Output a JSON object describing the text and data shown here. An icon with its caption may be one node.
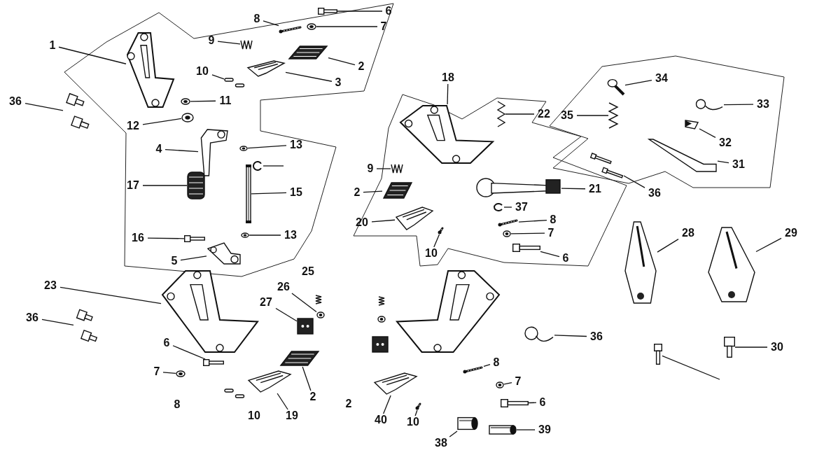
{
  "diagram": {
    "nodes": [
      {
        "text": [
          "1"
        ]
      },
      {
        "text": [],
        "shape": "picture"
      },
      {
        "text": [
          "8"
        ]
      },
      {
        "text": [],
        "shape": "picture"
      },
      {
        "text": [
          "6"
        ]
      },
      {
        "text": [],
        "shape": "picture"
      },
      {
        "text": [
          "7"
        ]
      },
      {
        "text": [],
        "shape": "picture"
      },
      {
        "text": [
          "9"
        ]
      },
      {
        "text": [],
        "shape": "picture"
      },
      {
        "text": [
          "2"
        ]
      },
      {
        "text": [],
        "shape": "picture"
      },
      {
        "text": [
          "10"
        ]
      },
      {
        "text": [],
        "shape": "picture"
      },
      {
        "text": [
          "3"
        ]
      },
      {
        "text": [],
        "shape": "picture"
      },
      {
        "text": [
          "11"
        ]
      },
      {
        "text": [],
        "shape": "picture"
      },
      {
        "text": [
          "12"
        ]
      },
      {
        "text": [],
        "shape": "picture"
      },
      {
        "text": [
          "36"
        ]
      },
      {
        "text": [],
        "shape": "picture"
      },
      {
        "text": [
          "4"
        ]
      },
      {
        "text": [],
        "shape": "picture"
      },
      {
        "text": [
          "13"
        ]
      },
      {
        "text": [],
        "shape": "picture"
      },
      {
        "text": [],
        "shape": "picture"
      },
      {
        "text": [
          "17"
        ]
      },
      {
        "text": [],
        "shape": "picture"
      },
      {
        "text": [
          "15"
        ]
      },
      {
        "text": [],
        "shape": "picture"
      },
      {
        "text": [
          "16"
        ]
      },
      {
        "text": [],
        "shape": "picture"
      },
      {
        "text": [
          "13"
        ]
      },
      {
        "text": [],
        "shape": "picture"
      },
      {
        "text": [
          "5"
        ]
      },
      {
        "text": [],
        "shape": "picture"
      },
      {
        "text": [
          "18"
        ]
      },
      {
        "text": [],
        "shape": "picture"
      },
      {
        "text": [
          "22"
        ]
      },
      {
        "text": [],
        "shape": "picture"
      },
      {
        "text": [
          "9"
        ]
      },
      {
        "text": [],
        "shape": "picture"
      },
      {
        "text": [
          "35"
        ]
      },
      {
        "text": [],
        "shape": "picture"
      },
      {
        "text": [
          "34"
        ]
      },
      {
        "text": [],
        "shape": "picture"
      },
      {
        "text": [
          "33"
        ]
      },
      {
        "text": [],
        "shape": "picture"
      },
      {
        "text": [
          "32"
        ]
      },
      {
        "text": [],
        "shape": "picture"
      },
      {
        "text": [
          "31"
        ]
      },
      {
        "text": [],
        "shape": "picture"
      },
      {
        "text": [
          "36"
        ]
      },
      {
        "text": [],
        "shape": "picture"
      },
      {
        "text": [
          "2"
        ]
      },
      {
        "text": [],
        "shape": "picture"
      },
      {
        "text": [
          "21"
        ]
      },
      {
        "text": [],
        "shape": "picture"
      },
      {
        "text": [
          "37"
        ]
      },
      {
        "text": [],
        "shape": "picture"
      },
      {
        "text": [
          "20"
        ]
      },
      {
        "text": [],
        "shape": "picture"
      },
      {
        "text": [
          "8"
        ]
      },
      {
        "text": [],
        "shape": "picture"
      },
      {
        "text": [
          "7"
        ]
      },
      {
        "text": [],
        "shape": "picture"
      },
      {
        "text": [
          "10"
        ]
      },
      {
        "text": [],
        "shape": "picture"
      },
      {
        "text": [
          "6"
        ]
      },
      {
        "text": [],
        "shape": "picture"
      },
      {
        "text": [
          "28"
        ]
      },
      {
        "text": [],
        "shape": "picture"
      },
      {
        "text": [
          "29"
        ]
      },
      {
        "text": [],
        "shape": "picture"
      },
      {
        "text": [
          "23"
        ]
      },
      {
        "text": [],
        "shape": "picture"
      },
      {
        "text": [
          "26"
        ]
      },
      {
        "text": [],
        "shape": "picture"
      },
      {
        "text": [
          "27"
        ]
      },
      {
        "text": [],
        "shape": "picture"
      },
      {
        "text": [
          "36"
        ]
      },
      {
        "text": [],
        "shape": "picture"
      },
      {
        "text": [
          "6"
        ]
      },
      {
        "text": [],
        "shape": "picture"
      },
      {
        "text": [
          "7"
        ]
      },
      {
        "text": [],
        "shape": "picture"
      },
      {
        "text": [
          "19"
        ]
      },
      {
        "text": [],
        "shape": "picture"
      },
      {
        "text": [
          "2"
        ]
      },
      {
        "text": [],
        "shape": "picture"
      },
      {
        "text": [
          "40"
        ]
      },
      {
        "text": [],
        "shape": "picture"
      },
      {
        "text": [
          "10"
        ]
      },
      {
        "text": [],
        "shape": "picture"
      },
      {
        "text": [
          "38"
        ]
      },
      {
        "text": [],
        "shape": "picture"
      },
      {
        "text": [
          "39"
        ]
      },
      {
        "text": [],
        "shape": "picture"
      },
      {
        "text": [
          "8"
        ]
      },
      {
        "text": [],
        "shape": "picture"
      },
      {
        "text": [
          "7"
        ]
      },
      {
        "text": [],
        "shape": "picture"
      },
      {
        "text": [
          "6"
        ]
      },
      {
        "text": [],
        "shape": "picture"
      },
      {
        "text": [
          "36"
        ]
      },
      {
        "text": [],
        "shape": "picture"
      },
      {
        "text": [
          "30"
        ]
      },
      {
        "text": [],
        "shape": "picture"
      },
      {
        "text": [],
        "shape": "picture"
      }
    ],
    "edges": [
      {
        "from": 0,
        "to": 1,
        "arrow": "none"
      },
      {
        "from": 2,
        "to": 3,
        "arrow": "none"
      },
      {
        "from": 4,
        "to": 5,
        "arrow": "none"
      },
      {
        "from": 6,
        "to": 7,
        "arrow": "none"
      },
      {
        "from": 8,
        "to": 9,
        "arrow": "none"
      },
      {
        "from": 10,
        "to": 11,
        "arrow": "none"
      },
      {
        "from": 12,
        "to": 13,
        "arrow": "none"
      },
      {
        "from": 14,
        "to": 15,
        "arrow": "none"
      },
      {
        "from": 16,
        "to": 17,
        "arrow": "none"
      },
      {
        "from": 18,
        "to": 19,
        "arrow": "none"
      },
      {
        "from": 20,
        "to": 21,
        "arrow": "none"
      },
      {
        "from": 22,
        "to": 23,
        "arrow": "none"
      },
      {
        "from": 24,
        "to": 25,
        "arrow": "none"
      },
      {
        "from": null,
        "to": 26,
        "arrow": "none"
      },
      {
        "from": 27,
        "to": 28,
        "arrow": "none"
      },
      {
        "from": 29,
        "to": 30,
        "arrow": "none"
      },
      {
        "from": 31,
        "to": 32,
        "arrow": "none"
      },
      {
        "from": 33,
        "to": 34,
        "arrow": "none"
      },
      {
        "from": 35,
        "to": 36,
        "arrow": "none"
      },
      {
        "from": 37,
        "to": 38,
        "arrow": "none"
      },
      {
        "from": 39,
        "to": 40,
        "arrow": "none"
      },
      {
        "from": 41,
        "to": 42,
        "arrow": "none"
      },
      {
        "from": 43,
        "to": 44,
        "arrow": "none"
      },
      {
        "from": 45,
        "to": 46,
        "arrow": "none"
      },
      {
        "from": 47,
        "to": 48,
        "arrow": "none"
      },
      {
        "from": 49,
        "to": 50,
        "arrow": "none"
      },
      {
        "from": 51,
        "to": 52,
        "arrow": "none"
      },
      {
        "from": 53,
        "to": 54,
        "arrow": "none"
      },
      {
        "from": 55,
        "to": 56,
        "arrow": "none"
      },
      {
        "from": 57,
        "to": 58,
        "arrow": "none"
      },
      {
        "from": 59,
        "to": 60,
        "arrow": "none"
      },
      {
        "from": 61,
        "to": 62,
        "arrow": "none"
      },
      {
        "from": 63,
        "to": 64,
        "arrow": "none"
      },
      {
        "from": 65,
        "to": 66,
        "arrow": "none"
      },
      {
        "from": 67,
        "to": 68,
        "arrow": "none"
      },
      {
        "from": 69,
        "to": 70,
        "arrow": "none"
      },
      {
        "from": 71,
        "to": 72,
        "arrow": "none"
      },
      {
        "from": 73,
        "to": 74,
        "arrow": "none"
      },
      {
        "from": 75,
        "to": 76,
        "arrow": "none"
      },
      {
        "from": 77,
        "to": 78,
        "arrow": "none"
      },
      {
        "from": 79,
        "to": 80,
        "arrow": "none"
      },
      {
        "from": 81,
        "to": 82,
        "arrow": "none"
      },
      {
        "from": 83,
        "to": 84,
        "arrow": "none"
      },
      {
        "from": 85,
        "to": 86,
        "arrow": "none"
      },
      {
        "from": 87,
        "to": 88,
        "arrow": "none"
      },
      {
        "from": 89,
        "to": 90,
        "arrow": "none"
      },
      {
        "from": 91,
        "to": 92,
        "arrow": "none"
      },
      {
        "from": 93,
        "to": 94,
        "arrow": "none"
      },
      {
        "from": 95,
        "to": 96,
        "arrow": "none"
      },
      {
        "from": 97,
        "to": 98,
        "arrow": "none"
      },
      {
        "from": 99,
        "to": 100,
        "arrow": "none"
      },
      {
        "from": 101,
        "to": 102,
        "arrow": "none"
      },
      {
        "from": 103,
        "to": 104,
        "arrow": "none"
      },
      {
        "from": 105,
        "to": 106,
        "arrow": "none"
      },
      {
        "from": 107,
        "to": 108,
        "arrow": "none"
      },
      {
        "from": null,
        "to": 109,
        "arrow": "none"
      }
    ],
    "labels": [
      "25",
      "2",
      "8",
      "10"
    ]
  }
}
